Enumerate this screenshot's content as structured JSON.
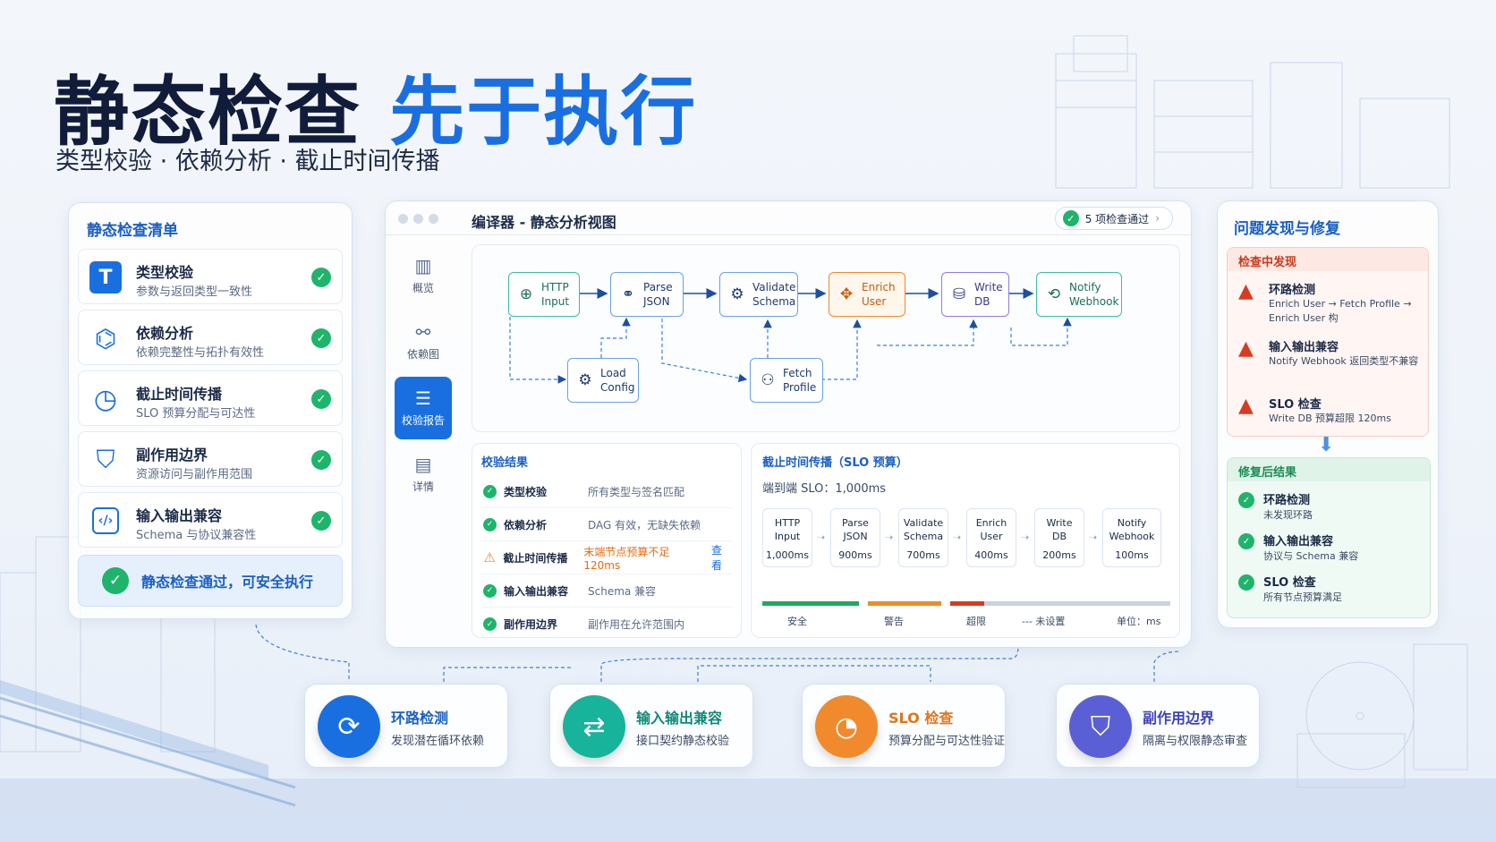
{
  "header": {
    "title_dark": "静态检查",
    "title_blue": "先于执行",
    "subtitle": "类型校验 · 依赖分析 · 截止时间传播"
  },
  "checklist": {
    "title": "静态检查清单",
    "items": [
      {
        "title": "类型校验",
        "desc": "参数与返回类型一致性",
        "icon": "type-icon",
        "glyph": "T"
      },
      {
        "title": "依赖分析",
        "desc": "依赖完整性与拓扑有效性",
        "icon": "graph-icon",
        "glyph": "⌬"
      },
      {
        "title": "截止时间传播",
        "desc": "SLO 预算分配与可达性",
        "icon": "clock-icon",
        "glyph": "◷"
      },
      {
        "title": "副作用边界",
        "desc": "资源访问与副作用范围",
        "icon": "shield-check-icon",
        "glyph": "⛉"
      },
      {
        "title": "输入输出兼容",
        "desc": "Schema 与协议兼容性",
        "icon": "code-icon",
        "glyph": "‹/›"
      }
    ],
    "pass_banner": "静态检查通过，可安全执行"
  },
  "window": {
    "title": "编译器 - 静态分析视图",
    "pass_pill": "5 项检查通过",
    "nav": [
      {
        "label": "概览",
        "icon": "bar-chart-icon",
        "glyph": "▥"
      },
      {
        "label": "依赖图",
        "icon": "network-icon",
        "glyph": "⚯"
      },
      {
        "label": "校验报告",
        "icon": "list-icon",
        "glyph": "☰",
        "active": true
      },
      {
        "label": "详情",
        "icon": "document-icon",
        "glyph": "▤"
      }
    ],
    "graph_nodes": [
      {
        "label1": "HTTP",
        "label2": "Input",
        "icon": "http-icon",
        "glyph": "⊕"
      },
      {
        "label1": "Parse",
        "label2": "JSON",
        "icon": "parse-icon",
        "glyph": "⚭"
      },
      {
        "label1": "Validate",
        "label2": "Schema",
        "icon": "validate-icon",
        "glyph": "⚙"
      },
      {
        "label1": "Enrich",
        "label2": "User",
        "icon": "enrich-icon",
        "glyph": "✥"
      },
      {
        "label1": "Write",
        "label2": "DB",
        "icon": "database-icon",
        "glyph": "⛁"
      },
      {
        "label1": "Notify",
        "label2": "Webhook",
        "icon": "webhook-icon",
        "glyph": "⟲"
      },
      {
        "label1": "Load",
        "label2": "Config",
        "icon": "config-icon",
        "glyph": "⚙"
      },
      {
        "label1": "Fetch",
        "label2": "Profile",
        "icon": "profile-icon",
        "glyph": "⚇"
      }
    ],
    "results": {
      "title": "校验结果",
      "rows": [
        {
          "name": "类型校验",
          "desc": "所有类型与签名匹配",
          "status": "ok"
        },
        {
          "name": "依赖分析",
          "desc": "DAG 有效，无缺失依赖",
          "status": "ok"
        },
        {
          "name": "截止时间传播",
          "desc": "末端节点预算不足 120ms",
          "status": "warn",
          "link": "查看"
        },
        {
          "name": "输入输出兼容",
          "desc": "Schema 兼容",
          "status": "ok"
        },
        {
          "name": "副作用边界",
          "desc": "副作用在允许范围内",
          "status": "ok"
        }
      ]
    },
    "slo": {
      "title": "截止时间传播（SLO 预算）",
      "total": "端到端 SLO：1,000ms",
      "stages": [
        {
          "l1": "HTTP",
          "l2": "Input",
          "ms": "1,000ms"
        },
        {
          "l1": "Parse",
          "l2": "JSON",
          "ms": "900ms"
        },
        {
          "l1": "Validate",
          "l2": "Schema",
          "ms": "700ms"
        },
        {
          "l1": "Enrich",
          "l2": "User",
          "ms": "400ms"
        },
        {
          "l1": "Write",
          "l2": "DB",
          "ms": "200ms"
        },
        {
          "l1": "Notify",
          "l2": "Webhook",
          "ms": "100ms"
        }
      ],
      "legend": {
        "safe": "安全",
        "warn": "警告",
        "over": "超限",
        "unset": "--- 未设置",
        "unit": "单位：ms"
      },
      "colors": {
        "safe": "#1fa95e",
        "warn": "#f08a2c",
        "over": "#d93a22",
        "unset": "#c9d2df"
      }
    }
  },
  "issues": {
    "title": "问题发现与修复",
    "found_title": "检查中发现",
    "found": [
      {
        "title": "环路检测",
        "desc": "Enrich User → Fetch Profile → Enrich User 构"
      },
      {
        "title": "输入输出兼容",
        "desc": "Notify Webhook 返回类型不兼容"
      },
      {
        "title": "SLO 检查",
        "desc": "Write DB 预算超限 120ms"
      }
    ],
    "fixed_title": "修复后结果",
    "fixed": [
      {
        "title": "环路检测",
        "desc": "未发现环路"
      },
      {
        "title": "输入输出兼容",
        "desc": "协议与 Schema 兼容"
      },
      {
        "title": "SLO 检查",
        "desc": "所有节点预算满足"
      }
    ]
  },
  "features": [
    {
      "title": "环路检测",
      "desc": "发现潜在循环依赖",
      "icon": "refresh-icon",
      "glyph": "⟳",
      "color": "#1a6fe0"
    },
    {
      "title": "输入输出兼容",
      "desc": "接口契约静态校验",
      "icon": "swap-icon",
      "glyph": "⇄",
      "color": "#17b39a"
    },
    {
      "title": "SLO 检查",
      "desc": "预算分配与可达性验证",
      "icon": "timer-icon",
      "glyph": "◔",
      "color": "#f08a2c"
    },
    {
      "title": "副作用边界",
      "desc": "隔离与权限静态审查",
      "icon": "shield-icon",
      "glyph": "⛉",
      "color": "#5b5fd6"
    }
  ]
}
